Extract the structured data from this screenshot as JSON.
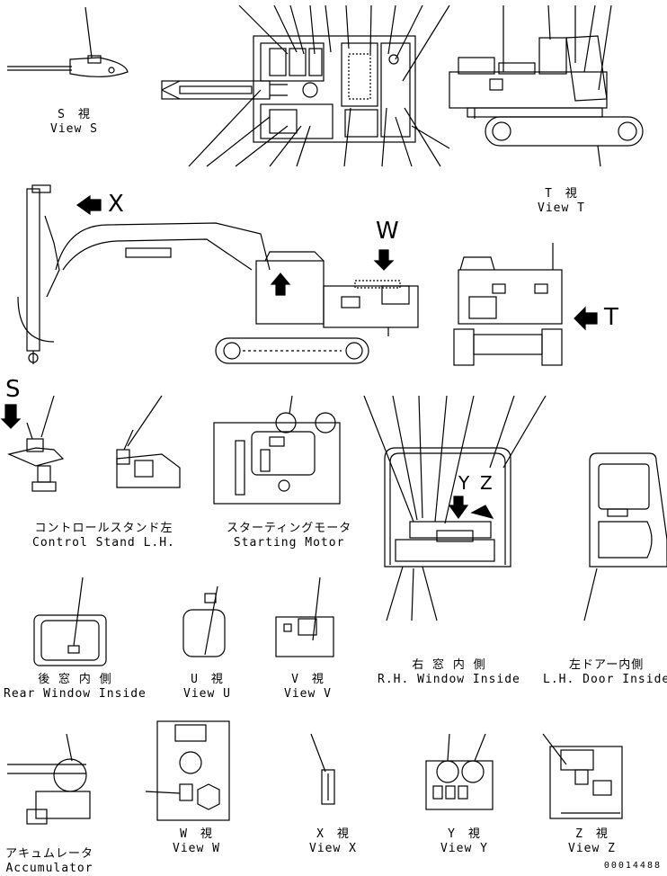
{
  "captions": {
    "view_s": {
      "jp": "S　視",
      "en": "View S"
    },
    "view_t": {
      "jp": "T　視",
      "en": "View T"
    },
    "control_stand": {
      "jp": "コントロールスタンド左",
      "en": "Control Stand L.H."
    },
    "starting_motor": {
      "jp": "スターティングモータ",
      "en": "Starting Motor"
    },
    "rear_window": {
      "jp": "後 窓 内 側",
      "en": "Rear Window Inside"
    },
    "view_u": {
      "jp": "U　視",
      "en": "View U"
    },
    "view_v": {
      "jp": "V　視",
      "en": "View V"
    },
    "rh_window": {
      "jp": "右 窓 内 側",
      "en": "R.H. Window Inside"
    },
    "lh_door": {
      "jp": "左ドアー内側",
      "en": "L.H. Door Inside"
    },
    "accumulator": {
      "jp": "アキュムレータ",
      "en": "Accumulator"
    },
    "view_w": {
      "jp": "W　視",
      "en": "View W"
    },
    "view_x": {
      "jp": "X　視",
      "en": "View X"
    },
    "view_y": {
      "jp": "Y　視",
      "en": "View Y"
    },
    "view_z": {
      "jp": "Z　視",
      "en": "View Z"
    }
  },
  "view_letters": {
    "x": "X",
    "w": "W",
    "t": "T",
    "s": "S",
    "y": "Y",
    "z": "Z"
  },
  "drawing_code": "00014488"
}
